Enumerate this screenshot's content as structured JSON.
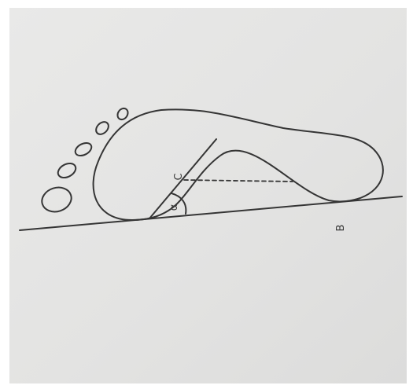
{
  "diagram": {
    "labels": {
      "point_c": "C",
      "angle": "α",
      "point_b": "B"
    },
    "colors": {
      "paper": "#e6e6e4",
      "ink": "#353535",
      "frame": "#ffffff"
    }
  }
}
